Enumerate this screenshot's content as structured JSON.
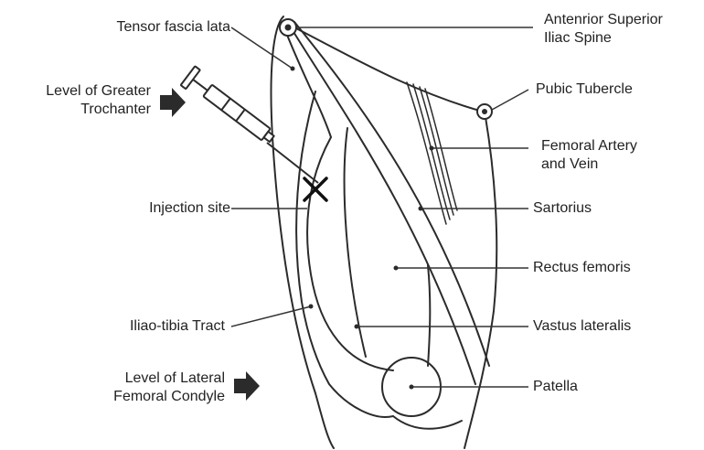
{
  "labels": {
    "tensor_fascia_lata": "Tensor fascia lata",
    "level_greater_trochanter": [
      "Level of Greater",
      "Trochanter"
    ],
    "injection_site": "Injection site",
    "iliotibial_tract": "Iliao-tibia Tract",
    "level_lateral_femoral_condyle": [
      "Level of Lateral",
      "Femoral Condyle"
    ],
    "asis": [
      "Antenrior Superior",
      "Iliac Spine"
    ],
    "pubic_tubercle": "Pubic Tubercle",
    "femoral_artery_vein": [
      "Femoral Artery",
      "and Vein"
    ],
    "sartorius": "Sartorius",
    "rectus_femoris": "Rectus femoris",
    "vastus_lateralis": "Vastus lateralis",
    "patella": "Patella"
  },
  "colors": {
    "line": "#2b2b2b",
    "text": "#222222",
    "background": "#ffffff"
  },
  "icons": {
    "syringe": "syringe-icon",
    "arrow": "right-arrow-icon",
    "injection_mark": "x-mark-icon"
  }
}
